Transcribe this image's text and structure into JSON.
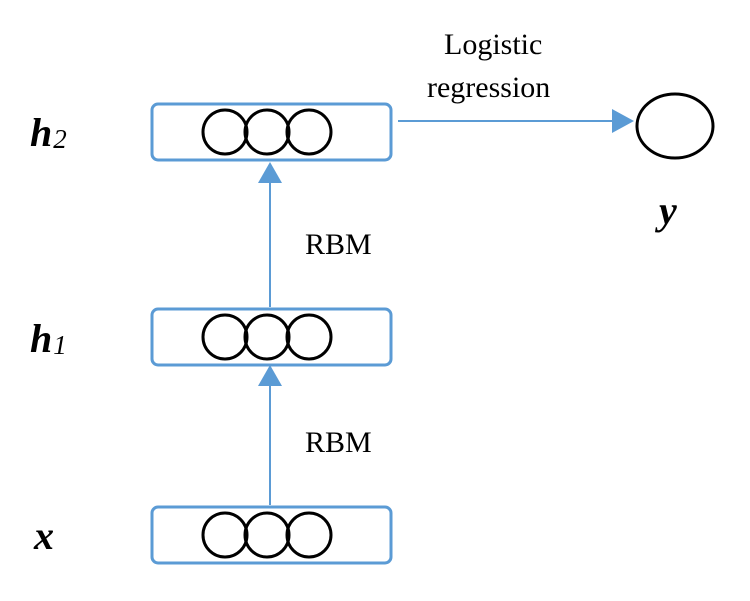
{
  "layers": [
    {
      "id": "h2",
      "label_main": "h",
      "label_sub": "2"
    },
    {
      "id": "h1",
      "label_main": "h",
      "label_sub": "1"
    },
    {
      "id": "x",
      "label_main": "x",
      "label_sub": ""
    }
  ],
  "output": {
    "label": "y"
  },
  "edges": {
    "x_to_h1": "RBM",
    "h1_to_h2": "RBM",
    "h2_to_y_line1": "Logistic",
    "h2_to_y_line2": "regression"
  },
  "colors": {
    "box": "#5b9bd5",
    "arrow": "#5b9bd5",
    "unit": "#000000"
  }
}
